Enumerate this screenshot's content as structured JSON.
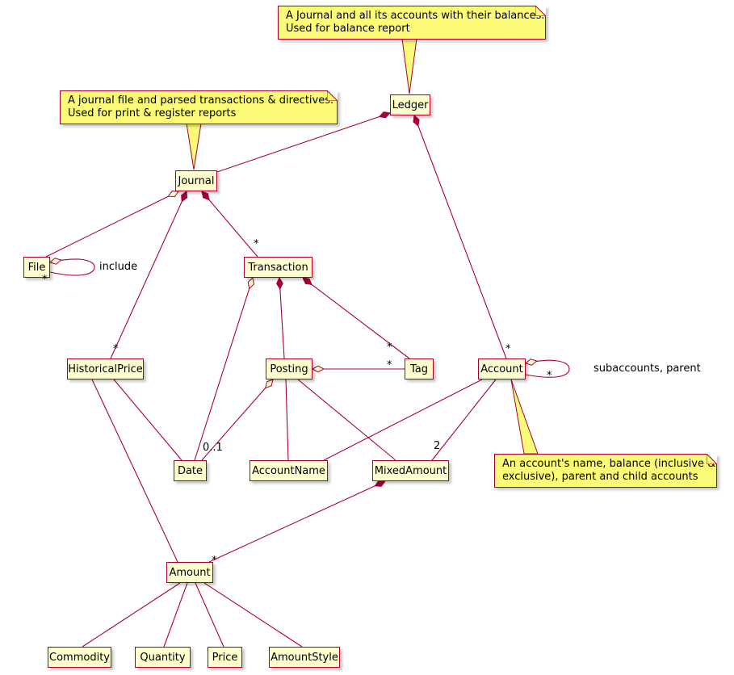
{
  "diagram": {
    "type": "uml-class-diagram",
    "colors": {
      "background": "#FFFFFF",
      "line": "#A80036",
      "class_background": "#FEFECE",
      "note_background": "#FBFB77",
      "text": "#000000"
    },
    "classes": [
      {
        "id": "ledger",
        "name": "Ledger"
      },
      {
        "id": "journal",
        "name": "Journal"
      },
      {
        "id": "file",
        "name": "File"
      },
      {
        "id": "transaction",
        "name": "Transaction"
      },
      {
        "id": "historical-price",
        "name": "HistoricalPrice"
      },
      {
        "id": "posting",
        "name": "Posting"
      },
      {
        "id": "tag",
        "name": "Tag"
      },
      {
        "id": "account",
        "name": "Account"
      },
      {
        "id": "date",
        "name": "Date"
      },
      {
        "id": "account-name",
        "name": "AccountName"
      },
      {
        "id": "mixed-amount",
        "name": "MixedAmount"
      },
      {
        "id": "amount",
        "name": "Amount"
      },
      {
        "id": "commodity",
        "name": "Commodity"
      },
      {
        "id": "quantity",
        "name": "Quantity"
      },
      {
        "id": "price",
        "name": "Price"
      },
      {
        "id": "amount-style",
        "name": "AmountStyle"
      }
    ],
    "notes": [
      {
        "id": "ledger-note",
        "lines": [
          "A Journal and all its accounts with their balances.",
          "Used for balance report"
        ]
      },
      {
        "id": "journal-note",
        "lines": [
          "A journal file and parsed transactions & directives.",
          "Used for print & register reports"
        ]
      },
      {
        "id": "account-note",
        "lines": [
          "An account's name, balance (inclusive &",
          "exclusive), parent and child accounts"
        ]
      }
    ],
    "associations": [
      {
        "from": "Ledger",
        "to": "Journal",
        "type": "composition"
      },
      {
        "from": "Ledger",
        "to": "Account",
        "type": "composition",
        "to_multiplicity": "*"
      },
      {
        "from": "Journal",
        "to": "File",
        "type": "aggregation"
      },
      {
        "from": "File",
        "to": "File",
        "type": "aggregation",
        "label": "include",
        "to_multiplicity": "*"
      },
      {
        "from": "Journal",
        "to": "Transaction",
        "type": "composition",
        "to_multiplicity": "*"
      },
      {
        "from": "Journal",
        "to": "HistoricalPrice",
        "type": "composition",
        "to_multiplicity": "*"
      },
      {
        "from": "Transaction",
        "to": "Posting",
        "type": "composition"
      },
      {
        "from": "Transaction",
        "to": "Tag",
        "type": "composition",
        "to_multiplicity": "*"
      },
      {
        "from": "Transaction",
        "to": "Date",
        "type": "aggregation"
      },
      {
        "from": "Posting",
        "to": "Tag",
        "type": "aggregation",
        "to_multiplicity": "*"
      },
      {
        "from": "Posting",
        "to": "Date",
        "type": "aggregation",
        "to_multiplicity": "0..1"
      },
      {
        "from": "Posting",
        "to": "AccountName",
        "type": "association"
      },
      {
        "from": "Posting",
        "to": "MixedAmount",
        "type": "association"
      },
      {
        "from": "Account",
        "to": "Account",
        "type": "aggregation",
        "label": "subaccounts, parent",
        "to_multiplicity": "*"
      },
      {
        "from": "Account",
        "to": "AccountName",
        "type": "association"
      },
      {
        "from": "Account",
        "to": "MixedAmount",
        "type": "association",
        "to_multiplicity": "2"
      },
      {
        "from": "MixedAmount",
        "to": "Amount",
        "type": "composition",
        "to_multiplicity": "*"
      },
      {
        "from": "HistoricalPrice",
        "to": "Date",
        "type": "association"
      },
      {
        "from": "HistoricalPrice",
        "to": "Amount",
        "type": "association"
      },
      {
        "from": "Amount",
        "to": "Commodity",
        "type": "association"
      },
      {
        "from": "Amount",
        "to": "Quantity",
        "type": "association"
      },
      {
        "from": "Amount",
        "to": "Price",
        "type": "association"
      },
      {
        "from": "Amount",
        "to": "AmountStyle",
        "type": "association"
      }
    ]
  }
}
